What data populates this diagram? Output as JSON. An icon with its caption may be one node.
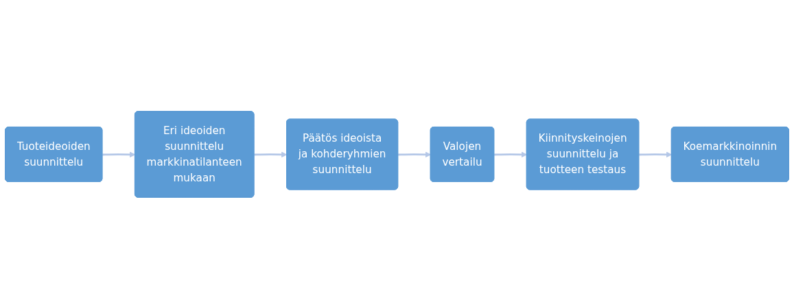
{
  "diagram": {
    "nodes": [
      {
        "text": [
          "Tuoteideoiden suunnittelu"
        ]
      },
      {
        "text": [
          "Eri ideoiden suunnittelu markkinatilanteen mukaan"
        ]
      },
      {
        "text": [
          "Päätös ideoista ja kohderyhmien suunnittelu"
        ]
      },
      {
        "text": [
          "Valojen vertailu"
        ]
      },
      {
        "text": [
          "Kiinnityskeinojen suunnittelu ja tuotteen testaus"
        ]
      },
      {
        "text": [
          "Koemarkkinoinnin suunnittelu"
        ]
      }
    ],
    "edges": [
      {
        "from": 0,
        "to": 1,
        "arrow": "to"
      },
      {
        "from": 1,
        "to": 2,
        "arrow": "to"
      },
      {
        "from": 2,
        "to": 3,
        "arrow": "to"
      },
      {
        "from": 3,
        "to": 4,
        "arrow": "to"
      },
      {
        "from": 4,
        "to": 5,
        "arrow": "to"
      }
    ]
  }
}
